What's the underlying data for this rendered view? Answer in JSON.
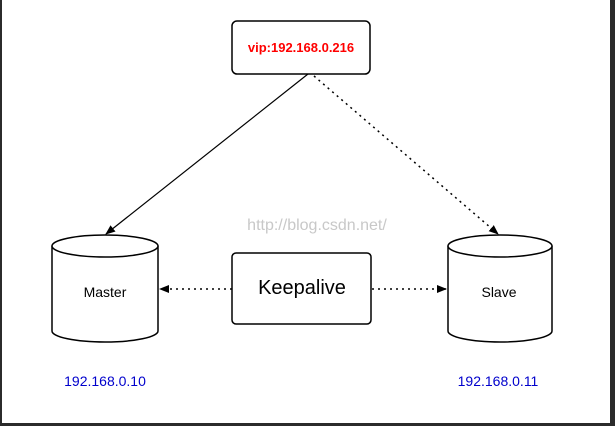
{
  "nodes": {
    "vip": {
      "label": "vip:192.168.0.216",
      "color": "#ff0000"
    },
    "master": {
      "label": "Master",
      "ip": "192.168.0.10"
    },
    "slave": {
      "label": "Slave",
      "ip": "192.168.0.11"
    },
    "keepalive": {
      "label": "Keepalive"
    }
  },
  "watermark": "http://blog.csdn.net/",
  "colors": {
    "ip_text": "#0000cc",
    "stroke": "#000000",
    "watermark": "#c8c8c8"
  }
}
